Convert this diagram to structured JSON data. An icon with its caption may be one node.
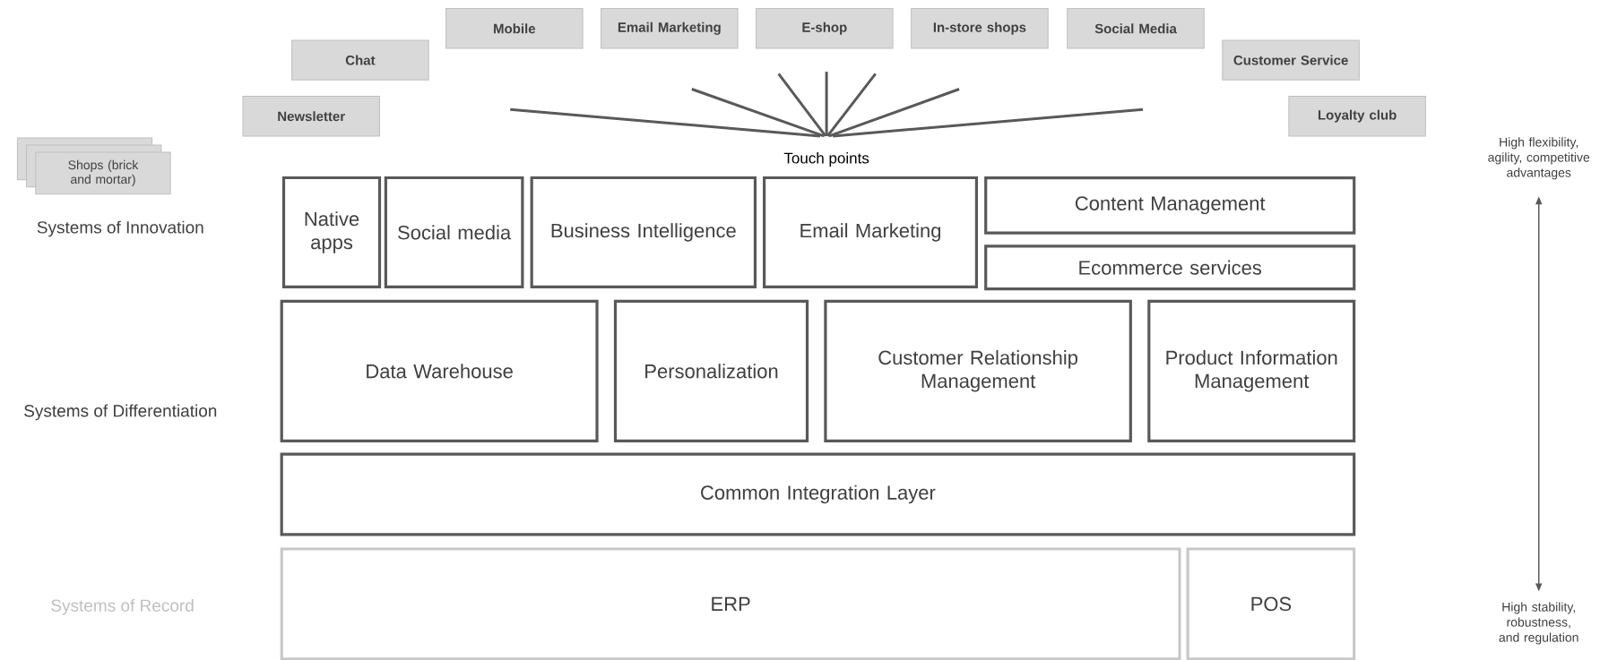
{
  "diagram": {
    "nodes": [
      {
        "text": [
          "Mobile"
        ]
      },
      {
        "text": [
          "Email Marketing"
        ]
      },
      {
        "text": [
          "E-shop"
        ]
      },
      {
        "text": [
          "In-store shops"
        ]
      },
      {
        "text": [
          "Social Media"
        ]
      },
      {
        "text": [
          "Chat"
        ]
      },
      {
        "text": [
          "Customer Service"
        ]
      },
      {
        "text": [
          "Newsletter"
        ]
      },
      {
        "text": [
          "Loyalty club"
        ]
      },
      {
        "text": [
          "Shops (brick and mortar)"
        ]
      },
      {
        "text": [
          "High flexibility, agility, competitive advantages"
        ]
      },
      {
        "text": [
          "Native apps"
        ]
      },
      {
        "text": [
          "Social media"
        ]
      },
      {
        "text": [
          "Business Intelligence"
        ]
      },
      {
        "text": [
          "Email Marketing"
        ]
      },
      {
        "text": [
          "Content Management"
        ]
      },
      {
        "text": [
          "Ecommerce services"
        ]
      },
      {
        "text": [
          "Data Warehouse"
        ]
      },
      {
        "text": [
          "Personalization"
        ]
      },
      {
        "text": [
          "Customer Relationship Management"
        ]
      },
      {
        "text": [
          "Product Information Management"
        ]
      },
      {
        "text": [
          "Common Integration Layer"
        ]
      },
      {
        "text": [
          "ERP"
        ]
      },
      {
        "text": [
          "POS"
        ]
      },
      {
        "text": [
          "High stability, robustness, and regulation"
        ]
      }
    ],
    "edges": [
      {
        "from": 10,
        "to": 24,
        "arrow": "both"
      }
    ],
    "labels": [
      "Touch points",
      "Systems of Innovation",
      "Systems of Differentiation",
      "Systems of Record"
    ]
  }
}
